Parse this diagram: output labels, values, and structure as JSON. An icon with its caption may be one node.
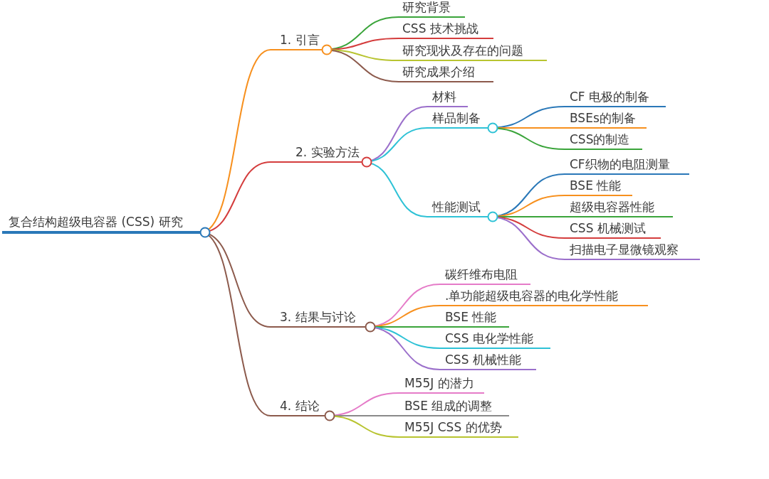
{
  "diagram": {
    "nodes": [
      {
        "text": [
          "复合结构超级电容器 (CSS) 研究"
        ]
      },
      {
        "text": [
          "1. 引言"
        ]
      },
      {
        "text": [
          "研究背景"
        ]
      },
      {
        "text": [
          "CSS 技术挑战"
        ]
      },
      {
        "text": [
          "研究现状及存在的问题"
        ]
      },
      {
        "text": [
          "研究成果介绍"
        ]
      },
      {
        "text": [
          "2. 实验方法"
        ]
      },
      {
        "text": [
          "材料"
        ]
      },
      {
        "text": [
          "样品制备"
        ]
      },
      {
        "text": [
          "CF 电极的制备"
        ]
      },
      {
        "text": [
          "BSEs的制备"
        ]
      },
      {
        "text": [
          "CSS的制造"
        ]
      },
      {
        "text": [
          "性能测试"
        ]
      },
      {
        "text": [
          "CF织物的电阻测量"
        ]
      },
      {
        "text": [
          "BSE 性能"
        ]
      },
      {
        "text": [
          "超级电容器性能"
        ]
      },
      {
        "text": [
          "CSS 机械测试"
        ]
      },
      {
        "text": [
          "扫描电子显微镜观察"
        ]
      },
      {
        "text": [
          "3. 结果与讨论"
        ]
      },
      {
        "text": [
          "碳纤维布电阻"
        ]
      },
      {
        "text": [
          ".单功能超级电容器的电化学性能"
        ]
      },
      {
        "text": [
          "BSE 性能"
        ]
      },
      {
        "text": [
          "CSS 电化学性能"
        ]
      },
      {
        "text": [
          "CSS 机械性能"
        ]
      },
      {
        "text": [
          "4. 结论"
        ]
      },
      {
        "text": [
          "M55J 的潜力"
        ]
      },
      {
        "text": [
          "BSE 组成的调整"
        ]
      },
      {
        "text": [
          "M55J CSS 的优势"
        ]
      }
    ],
    "edges": [
      {
        "from": 0,
        "to": 1,
        "arrow": "none",
        "color": "#f7901e"
      },
      {
        "from": 1,
        "to": 2,
        "arrow": "none",
        "color": "#3aa43a"
      },
      {
        "from": 1,
        "to": 3,
        "arrow": "none",
        "color": "#d43d3d"
      },
      {
        "from": 1,
        "to": 4,
        "arrow": "none",
        "color": "#b8c430"
      },
      {
        "from": 1,
        "to": 5,
        "arrow": "none",
        "color": "#8c5a4c"
      },
      {
        "from": 0,
        "to": 6,
        "arrow": "none",
        "color": "#d43d3d"
      },
      {
        "from": 6,
        "to": 7,
        "arrow": "none",
        "color": "#9b6fcb"
      },
      {
        "from": 6,
        "to": 8,
        "arrow": "none",
        "color": "#2ec2d6"
      },
      {
        "from": 8,
        "to": 9,
        "arrow": "none",
        "color": "#2a78b8"
      },
      {
        "from": 8,
        "to": 10,
        "arrow": "none",
        "color": "#f7901e"
      },
      {
        "from": 8,
        "to": 11,
        "arrow": "none",
        "color": "#3aa43a"
      },
      {
        "from": 6,
        "to": 12,
        "arrow": "none",
        "color": "#2ec2d6"
      },
      {
        "from": 12,
        "to": 13,
        "arrow": "none",
        "color": "#2a78b8"
      },
      {
        "from": 12,
        "to": 14,
        "arrow": "none",
        "color": "#f7901e"
      },
      {
        "from": 12,
        "to": 15,
        "arrow": "none",
        "color": "#3aa43a"
      },
      {
        "from": 12,
        "to": 16,
        "arrow": "none",
        "color": "#d43d3d"
      },
      {
        "from": 12,
        "to": 17,
        "arrow": "none",
        "color": "#9b6fcb"
      },
      {
        "from": 0,
        "to": 18,
        "arrow": "none",
        "color": "#8c5a4c"
      },
      {
        "from": 18,
        "to": 19,
        "arrow": "none",
        "color": "#e57bc8"
      },
      {
        "from": 18,
        "to": 20,
        "arrow": "none",
        "color": "#f7901e"
      },
      {
        "from": 18,
        "to": 21,
        "arrow": "none",
        "color": "#3aa43a"
      },
      {
        "from": 18,
        "to": 22,
        "arrow": "none",
        "color": "#2ec2d6"
      },
      {
        "from": 18,
        "to": 23,
        "arrow": "none",
        "color": "#9b6fcb"
      },
      {
        "from": 0,
        "to": 24,
        "arrow": "none",
        "color": "#8c5a4c"
      },
      {
        "from": 24,
        "to": 25,
        "arrow": "none",
        "color": "#e57bc8"
      },
      {
        "from": 24,
        "to": 26,
        "arrow": "none",
        "color": "#8a8a8a"
      },
      {
        "from": 24,
        "to": 27,
        "arrow": "none",
        "color": "#b8c430"
      }
    ]
  }
}
